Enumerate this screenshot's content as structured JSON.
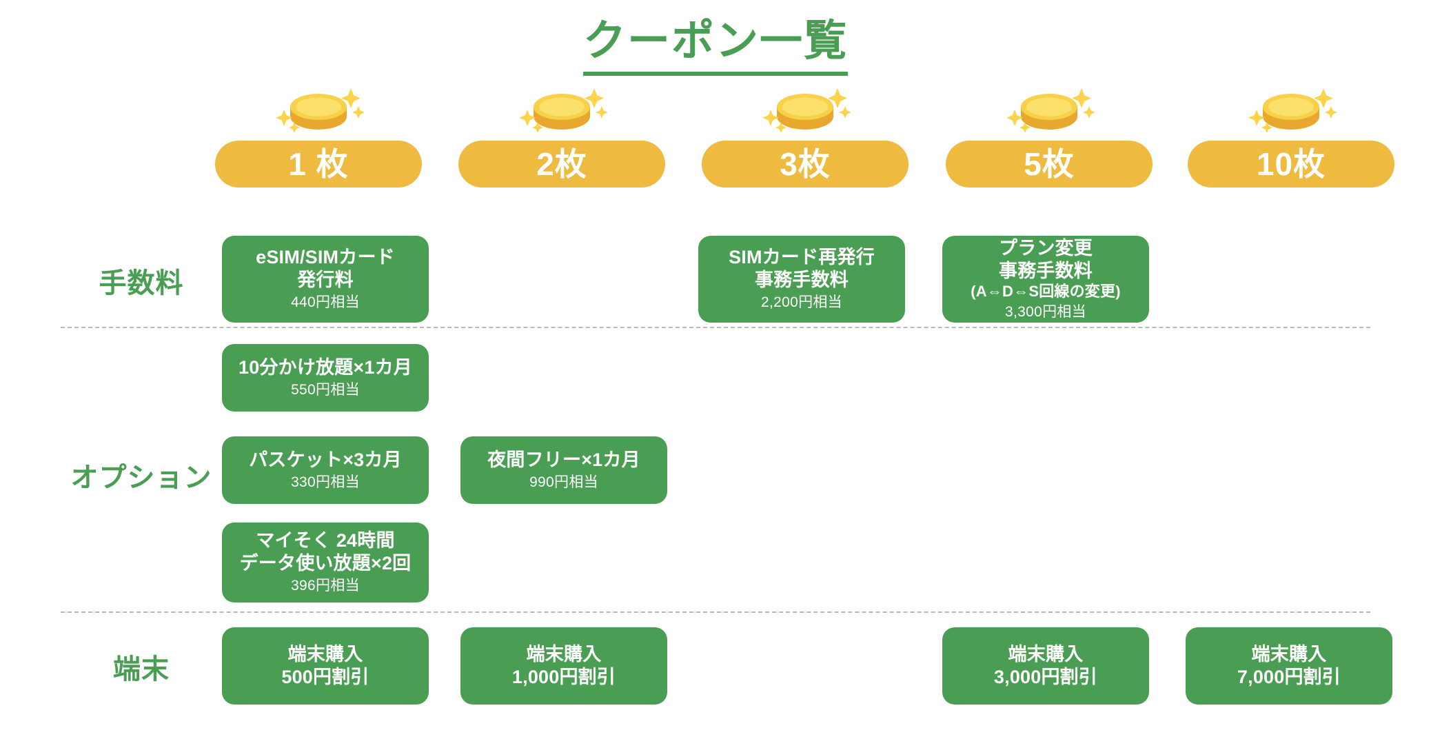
{
  "page": {
    "title": "クーポン一覧",
    "accent_green": "#4a9e54",
    "accent_orange": "#eeba3f",
    "background": "#ffffff"
  },
  "columns": [
    {
      "id": "col-1",
      "label": "1 枚",
      "coin_icon": "gold-coin-icon"
    },
    {
      "id": "col-2",
      "label": "2枚",
      "coin_icon": "gold-coin-icon"
    },
    {
      "id": "col-3",
      "label": "3枚",
      "coin_icon": "gold-coin-icon"
    },
    {
      "id": "col-5",
      "label": "5枚",
      "coin_icon": "gold-coin-icon"
    },
    {
      "id": "col-10",
      "label": "10枚",
      "coin_icon": "gold-coin-icon"
    }
  ],
  "rows": [
    {
      "id": "row-fee",
      "label": "手数料"
    },
    {
      "id": "row-option",
      "label": "オプション"
    },
    {
      "id": "row-device",
      "label": "端末"
    }
  ],
  "cards": {
    "fee": {
      "c1": {
        "lines": [
          "eSIM/SIMカード",
          "発行料"
        ],
        "note": "440円相当"
      },
      "c3": {
        "lines": [
          "SIMカード再発行",
          "事務手数料"
        ],
        "note": "2,200円相当"
      },
      "c5": {
        "lines": [
          "プラン変更",
          "事務手数料",
          "(A⇔D⇔S回線の変更)"
        ],
        "note": "3,300円相当"
      }
    },
    "option": {
      "c1a": {
        "lines": [
          "10分かけ放題×1カ月"
        ],
        "note": "550円相当"
      },
      "c1b": {
        "lines": [
          "パスケット×3カ月"
        ],
        "note": "330円相当"
      },
      "c1c": {
        "lines": [
          "マイそく 24時間",
          "データ使い放題×2回"
        ],
        "note": "396円相当"
      },
      "c2a": {
        "lines": [
          "夜間フリー×1カ月"
        ],
        "note": "990円相当"
      }
    },
    "device": {
      "c1": {
        "lines": [
          "端末購入",
          "500円割引"
        ]
      },
      "c2": {
        "lines": [
          "端末購入",
          "1,000円割引"
        ]
      },
      "c5": {
        "lines": [
          "端末購入",
          "3,000円割引"
        ]
      },
      "c10": {
        "lines": [
          "端末購入",
          "7,000円割引"
        ]
      }
    }
  }
}
